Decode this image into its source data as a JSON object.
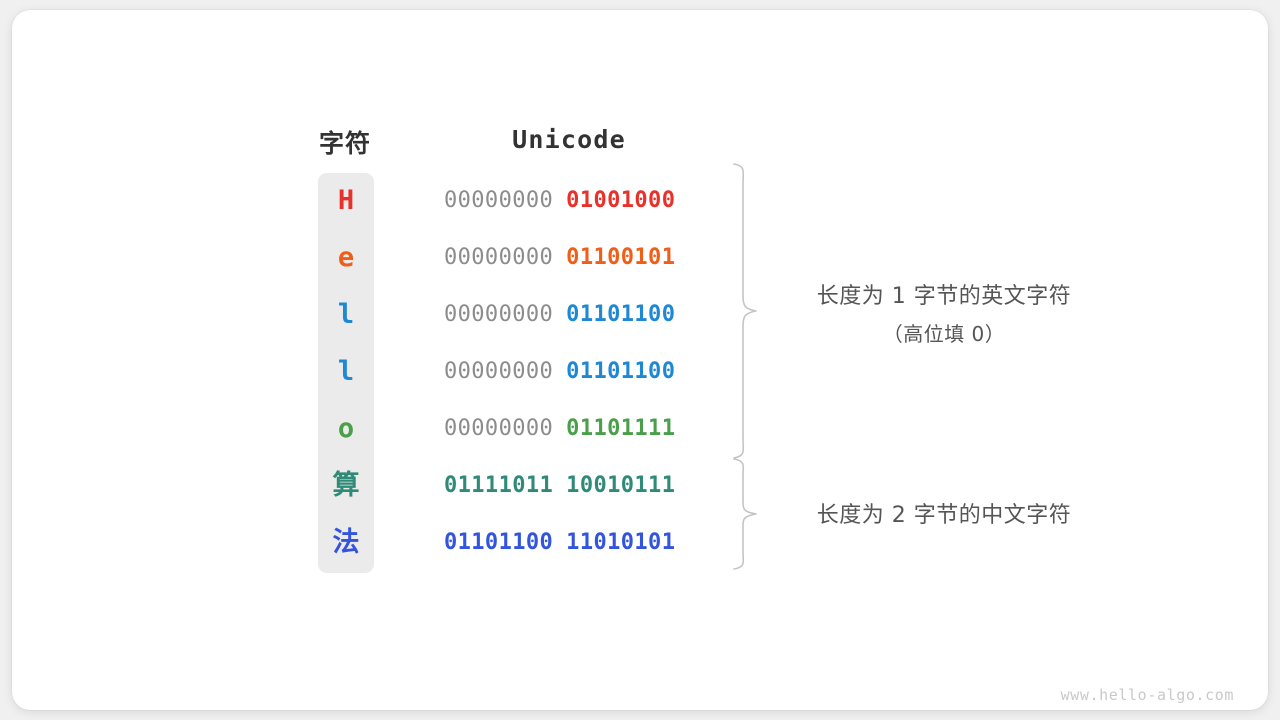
{
  "headers": {
    "character": "字符",
    "unicode": "Unicode"
  },
  "colors": {
    "red": "#e8312a",
    "orange": "#ef5f18",
    "blue": "#1e88d4",
    "green": "#4a9f4b",
    "teal": "#2f8a78",
    "indigo": "#3355dd",
    "high_byte_gray": "#8c8c8c",
    "char_column_bg": "#ebebeb",
    "annotation_gray": "#555555",
    "watermark_gray": "#c9c9c9",
    "card_bg": "#ffffff",
    "page_bg": "#f0f0f0"
  },
  "rows": [
    {
      "char": "H",
      "script": "latin",
      "high_byte": "00000000",
      "low_byte": "01001000",
      "color": "#e8312a",
      "high_bold": false
    },
    {
      "char": "e",
      "script": "latin",
      "high_byte": "00000000",
      "low_byte": "01100101",
      "color": "#ef5f18",
      "high_bold": false
    },
    {
      "char": "l",
      "script": "latin",
      "high_byte": "00000000",
      "low_byte": "01101100",
      "color": "#1e88d4",
      "high_bold": false
    },
    {
      "char": "l",
      "script": "latin",
      "high_byte": "00000000",
      "low_byte": "01101100",
      "color": "#1e88d4",
      "high_bold": false
    },
    {
      "char": "o",
      "script": "latin",
      "high_byte": "00000000",
      "low_byte": "01101111",
      "color": "#4a9f4b",
      "high_bold": false
    },
    {
      "char": "算",
      "script": "cjk",
      "high_byte": "01111011",
      "low_byte": "10010111",
      "color": "#2f8a78",
      "high_bold": true
    },
    {
      "char": "法",
      "script": "cjk",
      "high_byte": "01101100",
      "low_byte": "11010101",
      "color": "#3355dd",
      "high_bold": true
    }
  ],
  "annotations": [
    {
      "line1": "长度为 1 字节的英文字符",
      "line2": "（高位填 0）"
    },
    {
      "line1": "长度为 2 字节的中文字符",
      "line2": ""
    }
  ],
  "watermark": "www.hello-algo.com"
}
